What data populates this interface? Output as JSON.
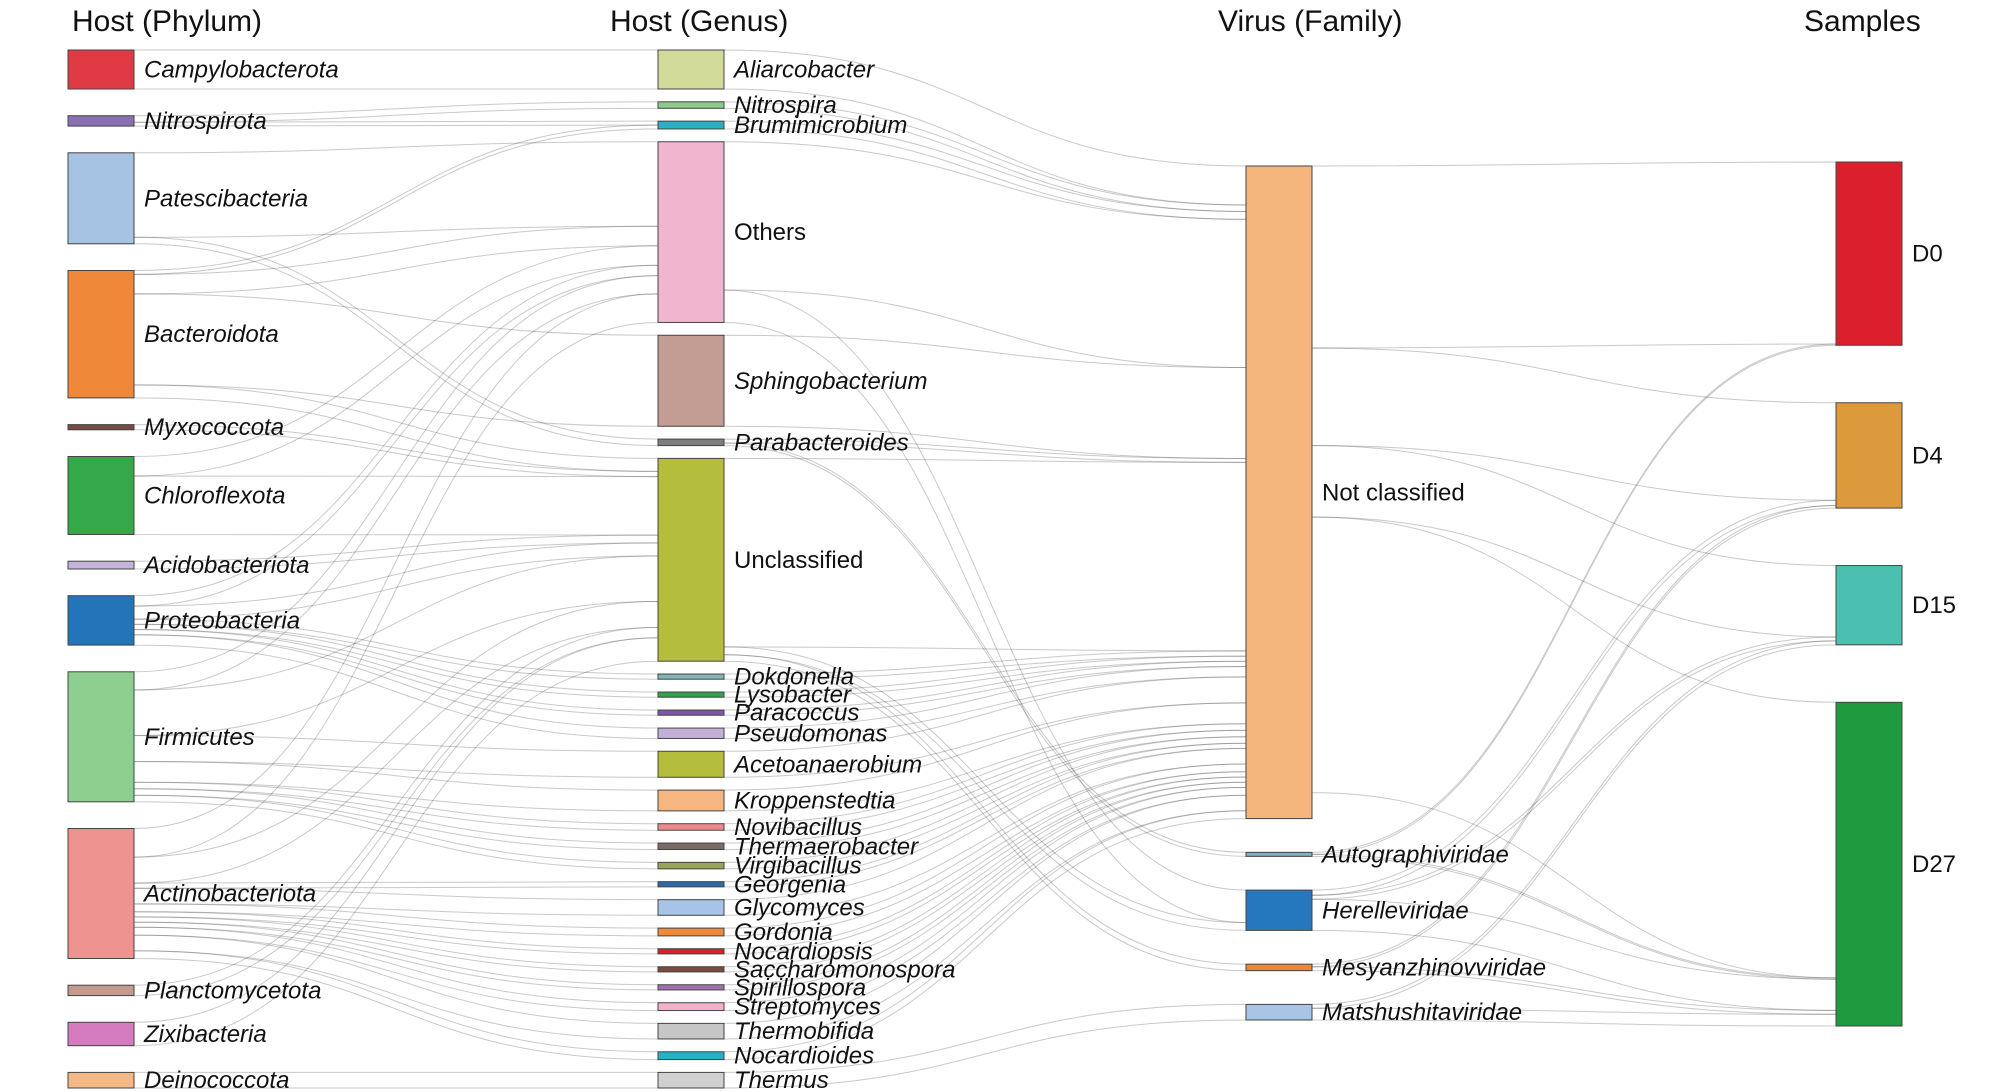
{
  "columns": [
    {
      "key": "phylum",
      "label": "Host (Phylum)"
    },
    {
      "key": "genus",
      "label": "Host (Genus)"
    },
    {
      "key": "family",
      "label": "Virus (Family)"
    },
    {
      "key": "sample",
      "label": "Samples"
    }
  ],
  "nodes": {
    "phylum": [
      {
        "id": "campylobacterota",
        "label": "Campylobacterota",
        "color": "#e03a45",
        "italic": true
      },
      {
        "id": "nitrospirota",
        "label": "Nitrospirota",
        "color": "#8b6fb3",
        "italic": true
      },
      {
        "id": "patescibacteria",
        "label": "Patescibacteria",
        "color": "#a6c3e3",
        "italic": true
      },
      {
        "id": "bacteroidota",
        "label": "Bacteroidota",
        "color": "#f0883a",
        "italic": true
      },
      {
        "id": "myxococcota",
        "label": "Myxococcota",
        "color": "#7a4b45",
        "italic": true
      },
      {
        "id": "chloroflexota",
        "label": "Chloroflexota",
        "color": "#35a84a",
        "italic": true
      },
      {
        "id": "acidobacteriota",
        "label": "Acidobacteriota",
        "color": "#c4b3da",
        "italic": true
      },
      {
        "id": "proteobacteria",
        "label": "Proteobacteria",
        "color": "#2474b8",
        "italic": true
      },
      {
        "id": "firmicutes",
        "label": "Firmicutes",
        "color": "#8dcf8f",
        "italic": true
      },
      {
        "id": "actinobacteriota",
        "label": "Actinobacteriota",
        "color": "#ee9390",
        "italic": true
      },
      {
        "id": "planctomycetota",
        "label": "Planctomycetota",
        "color": "#c49a8e",
        "italic": true
      },
      {
        "id": "zixibacteria",
        "label": "Zixibacteria",
        "color": "#d57bbf",
        "italic": true
      },
      {
        "id": "deinococcota",
        "label": "Deinococcota",
        "color": "#f5b783",
        "italic": true
      }
    ],
    "genus": [
      {
        "id": "aliarcobacter",
        "label": "Aliarcobacter",
        "color": "#d3db9a",
        "italic": true
      },
      {
        "id": "nitrospira",
        "label": "Nitrospira",
        "color": "#8cca8a",
        "italic": true
      },
      {
        "id": "brumimicrobium",
        "label": "Brumimicrobium",
        "color": "#2ab0c4",
        "italic": true
      },
      {
        "id": "others",
        "label": "Others",
        "color": "#f0b6cf",
        "italic": false
      },
      {
        "id": "sphingobacterium",
        "label": "Sphingobacterium",
        "color": "#c39c93",
        "italic": true
      },
      {
        "id": "parabacteroides",
        "label": "Parabacteroides",
        "color": "#7e7e7e",
        "italic": true
      },
      {
        "id": "unclassified",
        "label": "Unclassified",
        "color": "#b5be3c",
        "italic": false
      },
      {
        "id": "dokdonella",
        "label": "Dokdonella",
        "color": "#82b5b8",
        "italic": true
      },
      {
        "id": "lysobacter",
        "label": "Lysobacter",
        "color": "#34a24a",
        "italic": true
      },
      {
        "id": "paracoccus",
        "label": "Paracoccus",
        "color": "#7c58a8",
        "italic": true
      },
      {
        "id": "pseudomonas",
        "label": "Pseudomonas",
        "color": "#c2b0d8",
        "italic": true
      },
      {
        "id": "acetoanaerobium",
        "label": "Acetoanaerobium",
        "color": "#b5be3c",
        "italic": true
      },
      {
        "id": "kroppenstedtia",
        "label": "Kroppenstedtia",
        "color": "#f5b680",
        "italic": true
      },
      {
        "id": "novibacillus",
        "label": "Novibacillus",
        "color": "#ee8a8a",
        "italic": true
      },
      {
        "id": "thermaerobacter",
        "label": "Thermaerobacter",
        "color": "#7a6a66",
        "italic": true
      },
      {
        "id": "virgibacillus",
        "label": "Virgibacillus",
        "color": "#9aa35a",
        "italic": true
      },
      {
        "id": "georgenia",
        "label": "Georgenia",
        "color": "#2c6aa8",
        "italic": true
      },
      {
        "id": "glycomyces",
        "label": "Glycomyces",
        "color": "#a7c3e6",
        "italic": true
      },
      {
        "id": "gordonia",
        "label": "Gordonia",
        "color": "#f08a3c",
        "italic": true
      },
      {
        "id": "nocardiopsis",
        "label": "Nocardiopsis",
        "color": "#d4242e",
        "italic": true
      },
      {
        "id": "saccharomonospora",
        "label": "Saccharomonospora",
        "color": "#7a4c40",
        "italic": true
      },
      {
        "id": "spirillospora",
        "label": "Spirillospora",
        "color": "#a070b0",
        "italic": true
      },
      {
        "id": "streptomyces",
        "label": "Streptomyces",
        "color": "#f2b0cc",
        "italic": true
      },
      {
        "id": "thermobifida",
        "label": "Thermobifida",
        "color": "#c6c6c6",
        "italic": true
      },
      {
        "id": "nocardioides",
        "label": "Nocardioides",
        "color": "#25b0c8",
        "italic": true
      },
      {
        "id": "thermus",
        "label": "Thermus",
        "color": "#d0d0d0",
        "italic": true
      }
    ],
    "family": [
      {
        "id": "not_classified",
        "label": "Not classified",
        "color": "#f5b67e",
        "italic": false
      },
      {
        "id": "autographiviridae",
        "label": "Autographiviridae",
        "color": "#7fb0c6",
        "italic": true
      },
      {
        "id": "herelleviridae",
        "label": "Herelleviridae",
        "color": "#2577be",
        "italic": true
      },
      {
        "id": "mesyanzhinovviridae",
        "label": "Mesyanzhinovviridae",
        "color": "#f2843a",
        "italic": true
      },
      {
        "id": "matshushitaviridae",
        "label": "Matshushitaviridae",
        "color": "#a8c4e6",
        "italic": true
      }
    ],
    "sample": [
      {
        "id": "d0",
        "label": "D0",
        "color": "#dc1f2c",
        "italic": false
      },
      {
        "id": "d4",
        "label": "D4",
        "color": "#dd9a3c",
        "italic": false
      },
      {
        "id": "d15",
        "label": "D15",
        "color": "#4cc0b0",
        "italic": false
      },
      {
        "id": "d27",
        "label": "D27",
        "color": "#1f9a3e",
        "italic": false
      }
    ]
  },
  "flows": [
    {
      "source": "campylobacterota",
      "target": "aliarcobacter",
      "value": 3.0
    },
    {
      "source": "nitrospirota",
      "target": "nitrospira",
      "value": 0.5
    },
    {
      "source": "nitrospirota",
      "target": "brumimicrobium",
      "value": 0.3
    },
    {
      "source": "patescibacteria",
      "target": "others",
      "value": 6.5
    },
    {
      "source": "patescibacteria",
      "target": "parabacteroides",
      "value": 0.5
    },
    {
      "source": "bacteroidota",
      "target": "sphingobacterium",
      "value": 7.0
    },
    {
      "source": "bacteroidota",
      "target": "others",
      "value": 1.5
    },
    {
      "source": "bacteroidota",
      "target": "unclassified",
      "value": 1.0
    },
    {
      "source": "bacteroidota",
      "target": "brumimicrobium",
      "value": 0.3
    },
    {
      "source": "myxococcota",
      "target": "unclassified",
      "value": 0.4
    },
    {
      "source": "chloroflexota",
      "target": "unclassified",
      "value": 4.5
    },
    {
      "source": "chloroflexota",
      "target": "others",
      "value": 1.5
    },
    {
      "source": "acidobacteriota",
      "target": "unclassified",
      "value": 0.6
    },
    {
      "source": "proteobacteria",
      "target": "dokdonella",
      "value": 0.4
    },
    {
      "source": "proteobacteria",
      "target": "lysobacter",
      "value": 0.4
    },
    {
      "source": "proteobacteria",
      "target": "paracoccus",
      "value": 0.4
    },
    {
      "source": "proteobacteria",
      "target": "pseudomonas",
      "value": 0.8
    },
    {
      "source": "proteobacteria",
      "target": "unclassified",
      "value": 1.0
    },
    {
      "source": "proteobacteria",
      "target": "others",
      "value": 0.8
    },
    {
      "source": "firmicutes",
      "target": "acetoanaerobium",
      "value": 2.0
    },
    {
      "source": "firmicutes",
      "target": "kroppenstedtia",
      "value": 1.6
    },
    {
      "source": "firmicutes",
      "target": "novibacillus",
      "value": 0.5
    },
    {
      "source": "firmicutes",
      "target": "thermaerobacter",
      "value": 0.5
    },
    {
      "source": "firmicutes",
      "target": "virgibacillus",
      "value": 0.5
    },
    {
      "source": "firmicutes",
      "target": "unclassified",
      "value": 3.5
    },
    {
      "source": "firmicutes",
      "target": "others",
      "value": 1.4
    },
    {
      "source": "actinobacteriota",
      "target": "georgenia",
      "value": 0.4
    },
    {
      "source": "actinobacteriota",
      "target": "glycomyces",
      "value": 1.2
    },
    {
      "source": "actinobacteriota",
      "target": "gordonia",
      "value": 0.6
    },
    {
      "source": "actinobacteriota",
      "target": "nocardiopsis",
      "value": 0.4
    },
    {
      "source": "actinobacteriota",
      "target": "saccharomonospora",
      "value": 0.4
    },
    {
      "source": "actinobacteriota",
      "target": "spirillospora",
      "value": 0.4
    },
    {
      "source": "actinobacteriota",
      "target": "streptomyces",
      "value": 0.6
    },
    {
      "source": "actinobacteriota",
      "target": "thermobifida",
      "value": 1.2
    },
    {
      "source": "actinobacteriota",
      "target": "nocardioides",
      "value": 0.6
    },
    {
      "source": "actinobacteriota",
      "target": "unclassified",
      "value": 2.0
    },
    {
      "source": "actinobacteriota",
      "target": "others",
      "value": 2.2
    },
    {
      "source": "planctomycetota",
      "target": "unclassified",
      "value": 0.8
    },
    {
      "source": "zixibacteria",
      "target": "unclassified",
      "value": 1.8
    },
    {
      "source": "deinococcota",
      "target": "thermus",
      "value": 1.2
    },
    {
      "source": "aliarcobacter",
      "target": "not_classified",
      "value": 3.0
    },
    {
      "source": "nitrospira",
      "target": "not_classified",
      "value": 0.5
    },
    {
      "source": "brumimicrobium",
      "target": "not_classified",
      "value": 0.6
    },
    {
      "source": "others",
      "target": "not_classified",
      "value": 11.4
    },
    {
      "source": "others",
      "target": "herelleviridae",
      "value": 2.5
    },
    {
      "source": "sphingobacterium",
      "target": "not_classified",
      "value": 7.0
    },
    {
      "source": "parabacteroides",
      "target": "not_classified",
      "value": 0.3
    },
    {
      "source": "parabacteroides",
      "target": "autographiviridae",
      "value": 0.2
    },
    {
      "source": "unclassified",
      "target": "not_classified",
      "value": 14.5
    },
    {
      "source": "unclassified",
      "target": "herelleviridae",
      "value": 0.6
    },
    {
      "source": "unclassified",
      "target": "mesyanzhinovviridae",
      "value": 0.5
    },
    {
      "source": "dokdonella",
      "target": "not_classified",
      "value": 0.4
    },
    {
      "source": "lysobacter",
      "target": "not_classified",
      "value": 0.4
    },
    {
      "source": "paracoccus",
      "target": "not_classified",
      "value": 0.4
    },
    {
      "source": "pseudomonas",
      "target": "not_classified",
      "value": 0.8
    },
    {
      "source": "acetoanaerobium",
      "target": "not_classified",
      "value": 2.0
    },
    {
      "source": "kroppenstedtia",
      "target": "not_classified",
      "value": 1.6
    },
    {
      "source": "novibacillus",
      "target": "not_classified",
      "value": 0.5
    },
    {
      "source": "thermaerobacter",
      "target": "not_classified",
      "value": 0.5
    },
    {
      "source": "virgibacillus",
      "target": "not_classified",
      "value": 0.5
    },
    {
      "source": "georgenia",
      "target": "not_classified",
      "value": 0.4
    },
    {
      "source": "glycomyces",
      "target": "not_classified",
      "value": 1.2
    },
    {
      "source": "gordonia",
      "target": "not_classified",
      "value": 0.6
    },
    {
      "source": "nocardiopsis",
      "target": "not_classified",
      "value": 0.4
    },
    {
      "source": "saccharomonospora",
      "target": "not_classified",
      "value": 0.4
    },
    {
      "source": "spirillospora",
      "target": "not_classified",
      "value": 0.4
    },
    {
      "source": "streptomyces",
      "target": "not_classified",
      "value": 0.6
    },
    {
      "source": "thermobifida",
      "target": "not_classified",
      "value": 1.2
    },
    {
      "source": "nocardioides",
      "target": "not_classified",
      "value": 0.6
    },
    {
      "source": "thermus",
      "target": "matshushitaviridae",
      "value": 1.2
    },
    {
      "source": "not_classified",
      "target": "d0",
      "value": 14.0
    },
    {
      "source": "not_classified",
      "target": "d4",
      "value": 7.5
    },
    {
      "source": "not_classified",
      "target": "d15",
      "value": 5.5
    },
    {
      "source": "not_classified",
      "target": "d27",
      "value": 21.2
    },
    {
      "source": "autographiviridae",
      "target": "d0",
      "value": 0.1
    },
    {
      "source": "autographiviridae",
      "target": "d27",
      "value": 0.1
    },
    {
      "source": "herelleviridae",
      "target": "d4",
      "value": 0.4
    },
    {
      "source": "herelleviridae",
      "target": "d15",
      "value": 0.3
    },
    {
      "source": "herelleviridae",
      "target": "d27",
      "value": 2.4
    },
    {
      "source": "mesyanzhinovviridae",
      "target": "d4",
      "value": 0.2
    },
    {
      "source": "mesyanzhinovviridae",
      "target": "d27",
      "value": 0.3
    },
    {
      "source": "matshushitaviridae",
      "target": "d15",
      "value": 0.3
    },
    {
      "source": "matshushitaviridae",
      "target": "d27",
      "value": 0.9
    }
  ]
}
